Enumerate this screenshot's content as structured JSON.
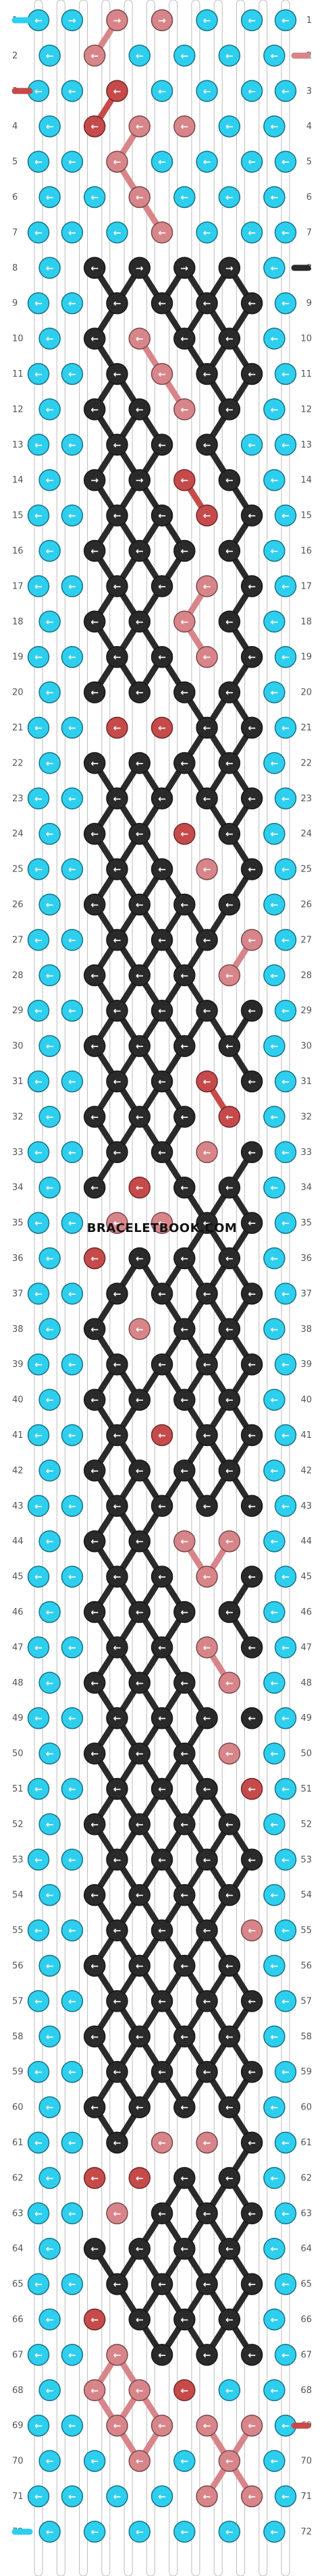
{
  "pattern": {
    "watermark": "BRACELETBOOK.COM",
    "rows": 72,
    "strings": 12,
    "colors": {
      "A": "#2ecfee",
      "B": "#2a2a2a",
      "C": "#c74a4a",
      "D": "#d8858a"
    },
    "string_colors": [
      "A",
      "A",
      "D",
      "C",
      "D",
      "D",
      "B",
      "B",
      "D",
      "D",
      "A",
      "A"
    ],
    "left_end_rows": [
      1,
      3,
      72
    ],
    "right_end_rows": [
      2,
      8,
      69
    ],
    "knots": [
      [
        "A>",
        "D>",
        "D>",
        "A<",
        "A<"
      ],
      [
        "A<",
        "D<",
        "A<",
        "A<",
        "A<",
        "A<"
      ],
      [
        "A<",
        "C<",
        "A<",
        "A<",
        "A<"
      ],
      [
        "A<",
        "C<",
        "D<",
        "D<",
        "A<",
        "A<"
      ],
      [
        "A<",
        "D<",
        "A<",
        "A<",
        "A<"
      ],
      [
        "A<",
        "A<",
        "D<",
        "A<",
        "A<",
        "A<"
      ],
      [
        "A<",
        "A<",
        "D<",
        "A<",
        "A<"
      ],
      [
        "A<",
        "B<",
        "B>",
        "B>",
        "B>",
        "A<"
      ],
      [
        "A<",
        "B<",
        "B<",
        "B<",
        "B<"
      ],
      [
        "A<",
        "B<",
        "D<",
        "B<",
        "B<",
        "A<"
      ],
      [
        "A<",
        "B<",
        "D<",
        "B<",
        "B<"
      ],
      [
        "A<",
        "B<",
        "B<",
        "D<",
        "B<",
        "A<"
      ],
      [
        "A<",
        "B<",
        "B<",
        "B<",
        "A<"
      ],
      [
        "A<",
        "B>",
        "B>",
        "C<",
        "B<",
        "A<"
      ],
      [
        "A<",
        "B<",
        "B<",
        "C<",
        "B<"
      ],
      [
        "A<",
        "B<",
        "B<",
        "B<",
        "B<",
        "A<"
      ],
      [
        "A<",
        "B<",
        "B<",
        "D<",
        "B<"
      ],
      [
        "A<",
        "B<",
        "B<",
        "D<",
        "B<",
        "A<"
      ],
      [
        "A<",
        "B<",
        "B<",
        "D<",
        "B<"
      ],
      [
        "A<",
        "B<",
        "B<",
        "B<",
        "B<",
        "A<"
      ],
      [
        "A<",
        "C<",
        "C<",
        "B<",
        "B<"
      ],
      [
        "A<",
        "B<",
        "B<",
        "B<",
        "B<",
        "A<"
      ],
      [
        "A<",
        "B<",
        "B<",
        "B<",
        "B<"
      ],
      [
        "A<",
        "B<",
        "B<",
        "C<",
        "B<",
        "A<"
      ],
      [
        "A<",
        "B<",
        "B<",
        "D<",
        "B<"
      ],
      [
        "A<",
        "B<",
        "B<",
        "B<",
        "B<",
        "A<"
      ],
      [
        "A<",
        "B<",
        "B<",
        "B<",
        "D<"
      ],
      [
        "A<",
        "B<",
        "B<",
        "B<",
        "D<",
        "A<"
      ],
      [
        "A<",
        "B<",
        "B<",
        "B<",
        "B<"
      ],
      [
        "A<",
        "B<",
        "B<",
        "B<",
        "B<",
        "A<"
      ],
      [
        "A<",
        "B<",
        "B<",
        "C<",
        "B<"
      ],
      [
        "A<",
        "B<",
        "B<",
        "B<",
        "C<",
        "A<"
      ],
      [
        "A<",
        "B<",
        "B<",
        "D<",
        "B<"
      ],
      [
        "A<",
        "B<",
        "C<",
        "B<",
        "B<",
        "A<"
      ],
      [
        "A<",
        "D<",
        "D<",
        "B<",
        "B<"
      ],
      [
        "A<",
        "C<",
        "B<",
        "B<",
        "B<",
        "A<"
      ],
      [
        "A<",
        "B<",
        "B<",
        "B<",
        "B<"
      ],
      [
        "A<",
        "B<",
        "D<",
        "B<",
        "B<",
        "A<"
      ],
      [
        "A<",
        "B<",
        "B<",
        "B<",
        "B<"
      ],
      [
        "A<",
        "B<",
        "B<",
        "B<",
        "B<",
        "A<"
      ],
      [
        "A<",
        "B<",
        "C<",
        "B<",
        "B<"
      ],
      [
        "A<",
        "B<",
        "B<",
        "B<",
        "B<",
        "A<"
      ],
      [
        "A<",
        "B<",
        "B<",
        "B<",
        "B<"
      ],
      [
        "A<",
        "B<",
        "B<",
        "D<",
        "D<",
        "A<"
      ],
      [
        "A<",
        "B<",
        "B<",
        "D<",
        "B<"
      ],
      [
        "A<",
        "B<",
        "B<",
        "B<",
        "B<",
        "A<"
      ],
      [
        "A<",
        "B<",
        "B<",
        "D<",
        "B<"
      ],
      [
        "A<",
        "B<",
        "B<",
        "B<",
        "D<",
        "A<"
      ],
      [
        "A<",
        "B<",
        "B<",
        "B<",
        "B<"
      ],
      [
        "A<",
        "B<",
        "B<",
        "B<",
        "D<",
        "A<"
      ],
      [
        "A<",
        "B<",
        "B<",
        "B<",
        "C<"
      ],
      [
        "A<",
        "B<",
        "B<",
        "B<",
        "B<",
        "A<"
      ],
      [
        "A<",
        "B<",
        "B<",
        "B<",
        "B<"
      ],
      [
        "A<",
        "B<",
        "B<",
        "B<",
        "B<",
        "A<"
      ],
      [
        "A<",
        "B<",
        "B<",
        "B<",
        "D<"
      ],
      [
        "A<",
        "B<",
        "B<",
        "B<",
        "B<",
        "A<"
      ],
      [
        "A<",
        "B<",
        "B<",
        "B<",
        "B<"
      ],
      [
        "A<",
        "B<",
        "B<",
        "B<",
        "B<",
        "A<"
      ],
      [
        "A<",
        "B<",
        "B<",
        "B<",
        "B<"
      ],
      [
        "A<",
        "B<",
        "B<",
        "B<",
        "B<",
        "A<"
      ],
      [
        "A<",
        "B<",
        "D<",
        "D<",
        "B<"
      ],
      [
        "A<",
        "C<",
        "C<",
        "B<",
        "B<",
        "A<"
      ],
      [
        "A<",
        "D<",
        "B<",
        "B<",
        "B<"
      ],
      [
        "A<",
        "B<",
        "B<",
        "B<",
        "B<",
        "A<"
      ],
      [
        "A<",
        "B<",
        "B<",
        "B<",
        "B<"
      ],
      [
        "A<",
        "C<",
        "B<",
        "B<",
        "B<",
        "A<"
      ],
      [
        "A<",
        "D<",
        "B<",
        "B<",
        "B<"
      ],
      [
        "A<",
        "D<",
        "D<",
        "C<",
        "A<",
        "A<"
      ],
      [
        "A<",
        "D<",
        "D<",
        "D<",
        "D<"
      ],
      [
        "A<",
        "A<",
        "D<",
        "A<",
        "D<",
        "A<"
      ],
      [
        "A<",
        "A<",
        "A<",
        "D<",
        "D<"
      ],
      [
        "A<",
        "A<",
        "A<",
        "A<",
        "A<",
        "A<"
      ]
    ]
  }
}
